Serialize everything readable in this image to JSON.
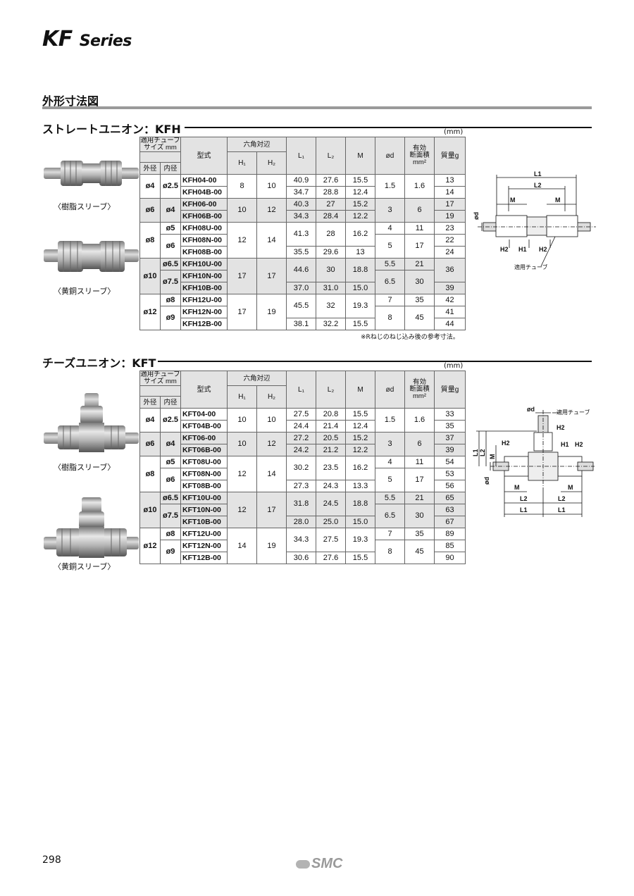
{
  "header": {
    "series_kf": "KF",
    "series_word": "Series"
  },
  "section": {
    "title": "外形寸法図"
  },
  "kfh": {
    "title": "ストレートユニオン：",
    "code": "KFH",
    "unit": "(mm)",
    "headers": {
      "tube_size": "適用チューブ",
      "tube_size2": "サイズ mm",
      "od": "外径",
      "id": "内径",
      "model": "型式",
      "hex": "六角対辺",
      "h1": "H₁",
      "h2": "H₂",
      "l1": "L₁",
      "l2": "L₂",
      "m": "M",
      "od_d": "ød",
      "area1": "有効",
      "area2": "断面積",
      "area3": "mm²",
      "mass": "質量g"
    },
    "rows": [
      {
        "od": "ø4",
        "id": "ø2.5",
        "model": "KFH04-00",
        "h1": "8",
        "h2": "10",
        "l1": "40.9",
        "l2": "27.6",
        "m": "15.5",
        "d": "1.5",
        "area": "1.6",
        "mass": "13"
      },
      {
        "model": "KFH04B-00",
        "l1": "34.7",
        "l2": "28.8",
        "m": "12.4",
        "mass": "14"
      },
      {
        "od": "ø6",
        "id": "ø4",
        "model": "KFH06-00",
        "h1": "10",
        "h2": "12",
        "l1": "40.3",
        "l2": "27",
        "m": "15.2",
        "d": "3",
        "area": "6",
        "mass": "17"
      },
      {
        "model": "KFH06B-00",
        "l1": "34.3",
        "l2": "28.4",
        "m": "12.2",
        "mass": "19"
      },
      {
        "od": "ø8",
        "id": "ø5",
        "model": "KFH08U-00",
        "h1": "12",
        "h2": "14",
        "l1": "41.3",
        "l2": "28",
        "m": "16.2",
        "d": "4",
        "area": "11",
        "mass": "23"
      },
      {
        "id": "ø6",
        "model": "KFH08N-00",
        "d": "5",
        "area": "17",
        "mass": "22"
      },
      {
        "model": "KFH08B-00",
        "l1": "35.5",
        "l2": "29.6",
        "m": "13",
        "mass": "24"
      },
      {
        "od": "ø10",
        "id": "ø6.5",
        "model": "KFH10U-00",
        "h1": "17",
        "h2": "17",
        "l1": "44.6",
        "l2": "30",
        "m": "18.8",
        "d": "5.5",
        "area": "21",
        "mass": "36"
      },
      {
        "id": "ø7.5",
        "model": "KFH10N-00",
        "d": "6.5",
        "area": "30"
      },
      {
        "model": "KFH10B-00",
        "l1": "37.0",
        "l2": "31.0",
        "m": "15.0",
        "mass": "39"
      },
      {
        "od": "ø12",
        "id": "ø8",
        "model": "KFH12U-00",
        "h1": "17",
        "h2": "19",
        "l1": "45.5",
        "l2": "32",
        "m": "19.3",
        "d": "7",
        "area": "35",
        "mass": "42"
      },
      {
        "id": "ø9",
        "model": "KFH12N-00",
        "d": "8",
        "area": "45",
        "mass": "41"
      },
      {
        "model": "KFH12B-00",
        "l1": "38.1",
        "l2": "32.2",
        "m": "15.5",
        "mass": "44"
      }
    ],
    "note": "※Rねじのねじ込み後の参考寸法。",
    "caption_resin": "〈樹脂スリーブ〉",
    "caption_brass": "〈黄銅スリーブ〉",
    "drawing": {
      "l1": "L1",
      "l2": "L2",
      "m": "M",
      "d": "ød",
      "h2": "H2",
      "h1": "H1",
      "tube": "適用チューブ"
    }
  },
  "kft": {
    "title": "チーズユニオン：",
    "code": "KFT",
    "unit": "(mm)",
    "rows": [
      {
        "od": "ø4",
        "id": "ø2.5",
        "model": "KFT04-00",
        "h1": "10",
        "h2": "10",
        "l1": "27.5",
        "l2": "20.8",
        "m": "15.5",
        "d": "1.5",
        "area": "1.6",
        "mass": "33"
      },
      {
        "model": "KFT04B-00",
        "l1": "24.4",
        "l2": "21.4",
        "m": "12.4",
        "mass": "35"
      },
      {
        "od": "ø6",
        "id": "ø4",
        "model": "KFT06-00",
        "h1": "10",
        "h2": "12",
        "l1": "27.2",
        "l2": "20.5",
        "m": "15.2",
        "d": "3",
        "area": "6",
        "mass": "37"
      },
      {
        "model": "KFT06B-00",
        "l1": "24.2",
        "l2": "21.2",
        "m": "12.2",
        "mass": "39"
      },
      {
        "od": "ø8",
        "id": "ø5",
        "model": "KFT08U-00",
        "h1": "12",
        "h2": "14",
        "l1": "30.2",
        "l2": "23.5",
        "m": "16.2",
        "d": "4",
        "area": "11",
        "mass": "54"
      },
      {
        "id": "ø6",
        "model": "KFT08N-00",
        "d": "5",
        "area": "17",
        "mass": "53"
      },
      {
        "model": "KFT08B-00",
        "l1": "27.3",
        "l2": "24.3",
        "m": "13.3",
        "mass": "56"
      },
      {
        "od": "ø10",
        "id": "ø6.5",
        "model": "KFT10U-00",
        "h1": "12",
        "h2": "17",
        "l1": "31.8",
        "l2": "24.5",
        "m": "18.8",
        "d": "5.5",
        "area": "21",
        "mass": "65"
      },
      {
        "id": "ø7.5",
        "model": "KFT10N-00",
        "d": "6.5",
        "area": "30",
        "mass": "63"
      },
      {
        "model": "KFT10B-00",
        "l1": "28.0",
        "l2": "25.0",
        "m": "15.0",
        "mass": "67"
      },
      {
        "od": "ø12",
        "id": "ø8",
        "model": "KFT12U-00",
        "h1": "14",
        "h2": "19",
        "l1": "34.3",
        "l2": "27.5",
        "m": "19.3",
        "d": "7",
        "area": "35",
        "mass": "89"
      },
      {
        "id": "ø9",
        "model": "KFT12N-00",
        "d": "8",
        "area": "45",
        "mass": "85"
      },
      {
        "model": "KFT12B-00",
        "l1": "30.6",
        "l2": "27.6",
        "m": "15.5",
        "mass": "90"
      }
    ],
    "caption_resin": "〈樹脂スリーブ〉",
    "caption_brass": "〈黄銅スリーブ〉",
    "drawing": {
      "d": "ød",
      "tube": "適用チューブ",
      "h2": "H2",
      "h1": "H1",
      "m": "M",
      "l1": "L1",
      "l2": "L2",
      "d_left": "ød"
    }
  },
  "footer": {
    "page": "298",
    "brand": "SMC"
  }
}
